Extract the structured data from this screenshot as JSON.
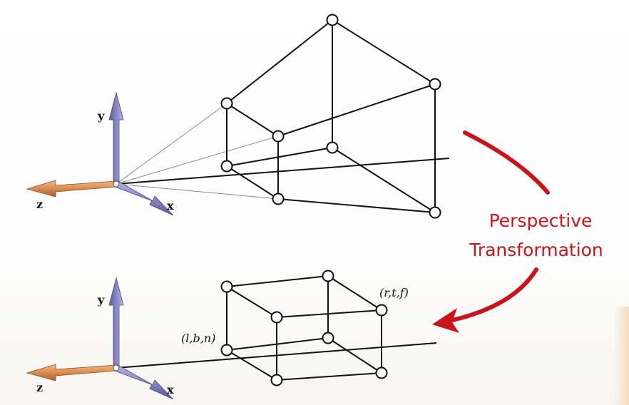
{
  "colors": {
    "accent_red": "#c8151b",
    "z_axis": "#d98c4e",
    "x_y_axis": "#8a86c6",
    "line": "#111111"
  },
  "top_view": {
    "axis_labels": {
      "x": "x",
      "y": "y",
      "z": "z"
    }
  },
  "bottom_view": {
    "axis_labels": {
      "x": "x",
      "y": "y",
      "z": "z"
    },
    "corner_near": "(l,b,n)",
    "corner_far": "(r,t,f)"
  },
  "transform": {
    "line1": "Perspective",
    "line2": "Transformation"
  }
}
